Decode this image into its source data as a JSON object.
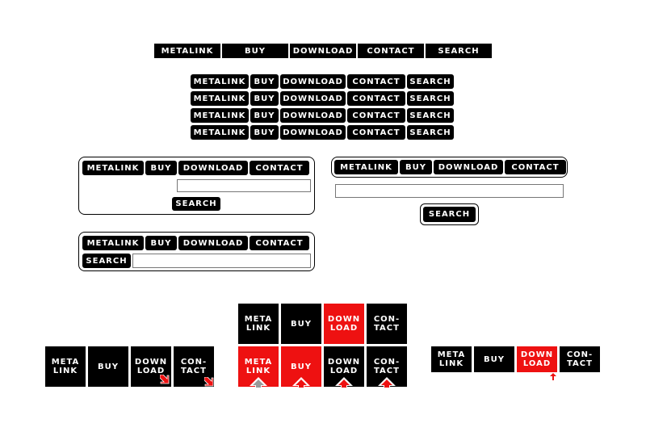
{
  "nav1": {
    "items": [
      "METALINK",
      "BUY",
      "DOWNLOAD",
      "CONTACT",
      "SEARCH"
    ]
  },
  "stacked": {
    "rows": [
      [
        "METALINK",
        "BUY",
        "DOWNLOAD",
        "CONTACT",
        "SEARCH"
      ],
      [
        "METALINK",
        "BUY",
        "DOWNLOAD",
        "CONTACT",
        "SEARCH"
      ],
      [
        "METALINK",
        "BUY",
        "DOWNLOAD",
        "CONTACT",
        "SEARCH"
      ],
      [
        "METALINK",
        "BUY",
        "DOWNLOAD",
        "CONTACT",
        "SEARCH"
      ]
    ]
  },
  "panelA": {
    "items": [
      "METALINK",
      "BUY",
      "DOWNLOAD",
      "CONTACT"
    ],
    "search": "SEARCH"
  },
  "panelB": {
    "items": [
      "METALINK",
      "BUY",
      "DOWNLOAD",
      "CONTACT"
    ],
    "search": "SEARCH"
  },
  "panelC": {
    "items": [
      "METALINK",
      "BUY",
      "DOWNLOAD",
      "CONTACT"
    ],
    "search": "SEARCH"
  },
  "tilesLeft": {
    "items": [
      "META\nLINK",
      "BUY",
      "DOWN\nLOAD",
      "CON-\nTACT"
    ]
  },
  "tilesMid": {
    "top": [
      "META\nLINK",
      "BUY",
      "DOWN\nLOAD",
      "CON-\nTACT"
    ],
    "bottom": [
      "META\nLINK",
      "BUY",
      "DOWN\nLOAD",
      "CON-\nTACT"
    ]
  },
  "tilesRight": {
    "items": [
      "META\nLINK",
      "BUY",
      "DOWN\nLOAD",
      "CON-\nTACT"
    ]
  },
  "colors": {
    "black": "#000000",
    "red": "#ee1111",
    "gray-arrow": "#999999"
  }
}
